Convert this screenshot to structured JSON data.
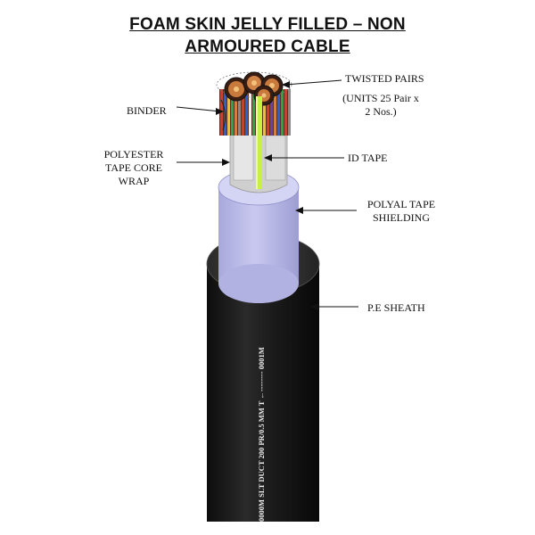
{
  "title": {
    "line1": "FOAM SKIN JELLY FILLED –   NON",
    "line2": "ARMOURED CABLE"
  },
  "labels": {
    "twisted_pairs": "TWISTED PAIRS",
    "units_line1": "(UNITS 25 Pair x",
    "units_line2": "2 Nos.)",
    "binder": "BINDER",
    "polyester_line1": "POLYESTER",
    "polyester_line2": "TAPE CORE",
    "polyester_line3": "WRAP",
    "id_tape": "ID TAPE",
    "polyal_line1": "POLYAL TAPE",
    "polyal_line2": "SHIELDING",
    "pe_sheath": "P.E SHEATH"
  },
  "sheath_marking": "0000M SLT DUCT 200 PR/0.5 MM T ←-------- 0001M",
  "colors": {
    "sheath": "#1c1c1c",
    "shield": "#b9b9e6",
    "id_tape": "#c8f03c",
    "core_wrap": "#d2d2d2"
  }
}
